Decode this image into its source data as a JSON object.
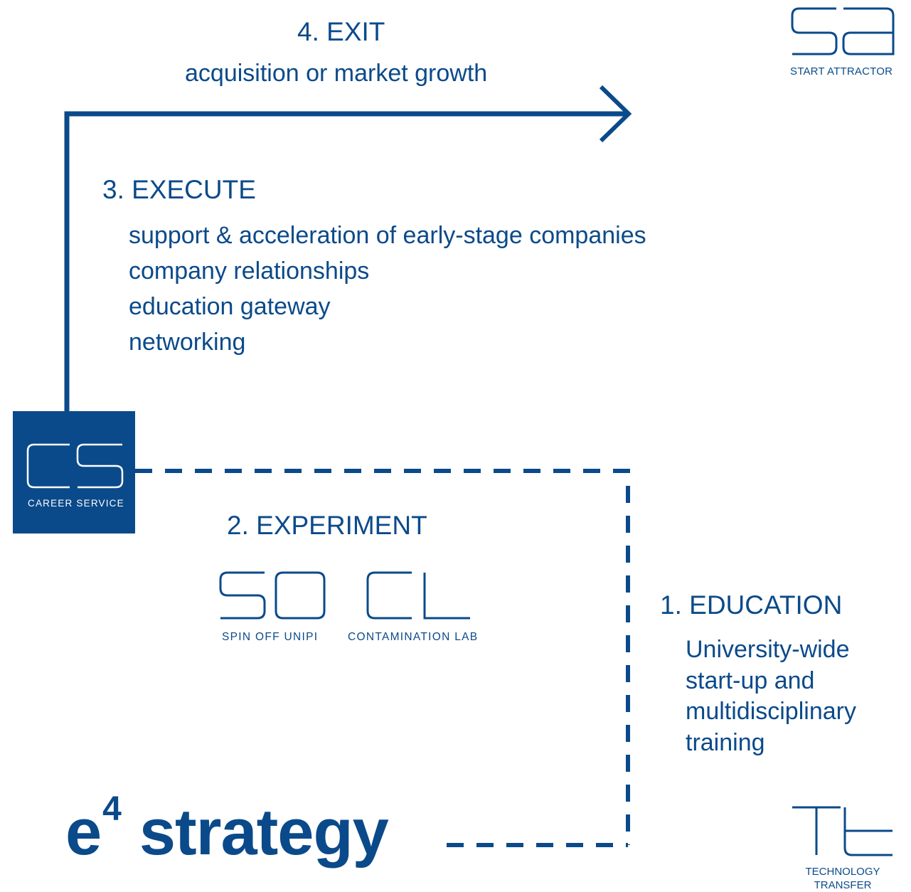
{
  "stages": {
    "exit": {
      "title": "4. EXIT",
      "subtitle": "acquisition or market growth"
    },
    "execute": {
      "title": "3. EXECUTE",
      "items": [
        "support & acceleration of early-stage companies",
        "company relationships",
        "education gateway",
        "networking"
      ]
    },
    "experiment": {
      "title": "2. EXPERIMENT"
    },
    "education": {
      "title": "1. EDUCATION",
      "lines": [
        "University-wide",
        "start-up and",
        "multidisciplinary",
        "training"
      ]
    }
  },
  "logos": {
    "start_attractor": {
      "glyphs": "sa",
      "caption": "START ATTRACTOR"
    },
    "career_service": {
      "glyphs": "CS",
      "caption": "CAREER SERVICE"
    },
    "spin_off": {
      "glyphs": "SO",
      "caption": "SPIN OFF UNIPI"
    },
    "contamination_lab": {
      "glyphs": "CL",
      "caption": "CONTAMINATION LAB"
    },
    "technology_transfer": {
      "glyphs": "Tt",
      "caption_line1": "TECHNOLOGY",
      "caption_line2": "TRANSFER"
    }
  },
  "strategy": {
    "prefix": "e",
    "superscript": "4",
    "word": "strategy"
  },
  "colors": {
    "brand_blue": "#0b4a8a",
    "background": "#ffffff"
  }
}
